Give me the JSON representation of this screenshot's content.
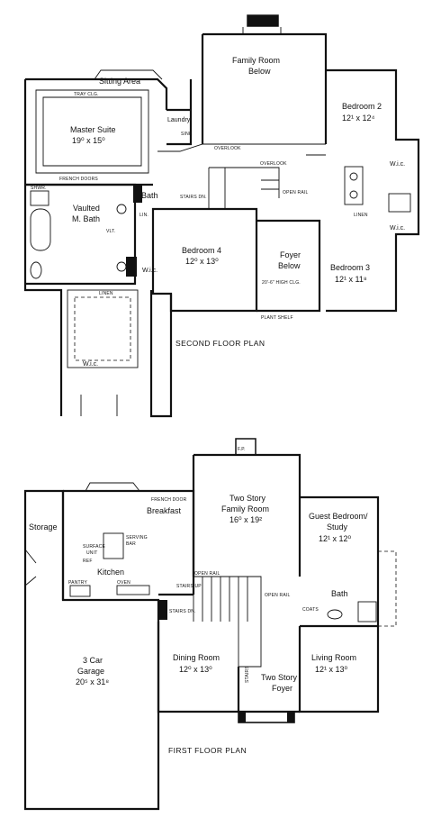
{
  "second_floor": {
    "title": "SECOND FLOOR PLAN",
    "rooms": {
      "sitting_area": "Sitting Area",
      "tray_clg": "TRAY CLG.",
      "master_suite": "Master Suite",
      "master_suite_dim": "19⁰ x 15⁰",
      "french_doors": "FRENCH DOORS",
      "laundry": "Laundry",
      "sink": "SINK",
      "family_room_below_1": "Family Room",
      "family_room_below_2": "Below",
      "overlook_1": "OVERLOOK",
      "overlook_2": "OVERLOOK",
      "bedroom2": "Bedroom 2",
      "bedroom2_dim": "12¹ x 12⁴",
      "wic_1": "W.i.c.",
      "wic_2": "W.i.c.",
      "bath": "Bath",
      "stairs_dn": "STAIRS DN.",
      "open_rail": "OPEN RAIL",
      "vaulted_mbath_1": "Vaulted",
      "vaulted_mbath_2": "M. Bath",
      "shwr": "SHWR.",
      "lin": "LIN.",
      "vlt": "VLT.",
      "bedroom4": "Bedroom 4",
      "bedroom4_dim": "12⁰ x 13⁰",
      "wic_3": "W.i.c.",
      "foyer_below_1": "Foyer",
      "foyer_below_2": "Below",
      "high_clg": "20'-6\" HIGH CLG.",
      "bedroom3": "Bedroom 3",
      "bedroom3_dim": "12¹ x 11⁸",
      "linen_1": "LINEN",
      "linen_2": "LINEN",
      "plant_shelf": "PLANT SHELF",
      "wic_master": "W.i.c."
    }
  },
  "first_floor": {
    "title": "FIRST FLOOR PLAN",
    "rooms": {
      "fp": "F.P.",
      "two_story_family_1": "Two Story",
      "two_story_family_2": "Family Room",
      "two_story_family_dim": "16⁰ x 19²",
      "french_door": "FRENCH DOOR",
      "breakfast": "Breakfast",
      "guest_bedroom_1": "Guest Bedroom/",
      "guest_bedroom_2": "Study",
      "guest_bedroom_dim": "12¹ x 12⁰",
      "storage": "Storage",
      "serving_bar_1": "SERVING",
      "serving_bar_2": "BAR",
      "surface_unit_1": "SURFACE",
      "surface_unit_2": "UNIT",
      "ref": "REF",
      "kitchen": "Kitchen",
      "pantry": "PANTRY",
      "oven": "OVEN",
      "stairs_up": "STAIRS UP",
      "stairs_dn": "STAIRS DN.",
      "open_rail_1": "OPEN RAIL",
      "open_rail_2": "OPEN RAIL",
      "coats": "COATS",
      "bath": "Bath",
      "garage_1": "3 Car",
      "garage_2": "Garage",
      "garage_dim": "20⁵ x 31⁸",
      "dining_room": "Dining Room",
      "dining_dim": "12⁰ x 13⁰",
      "stairs": "STAIRS",
      "two_story_foyer_1": "Two Story",
      "two_story_foyer_2": "Foyer",
      "living_room": "Living Room",
      "living_dim": "12¹ x 13⁰"
    }
  }
}
